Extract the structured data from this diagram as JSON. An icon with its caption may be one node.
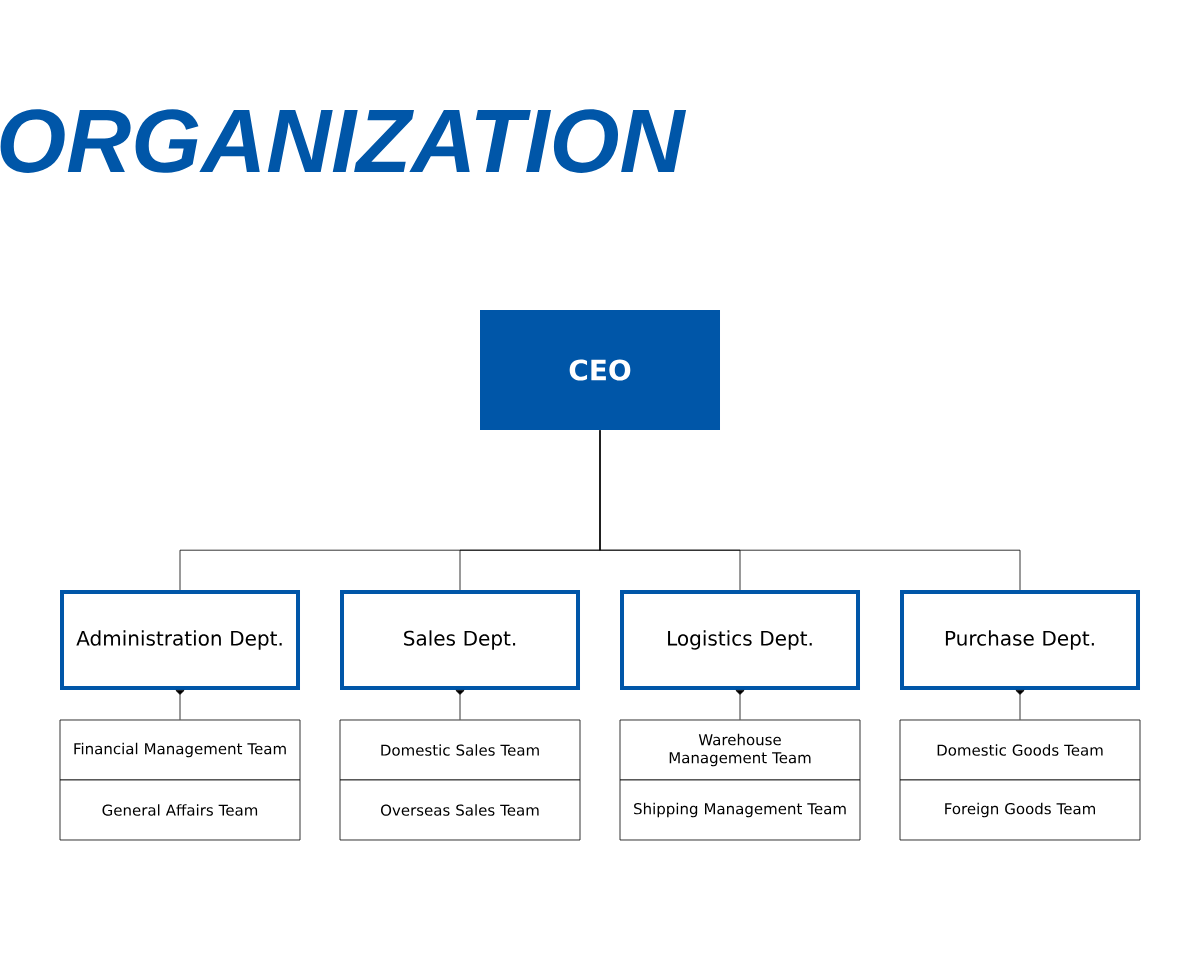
{
  "diagram": {
    "title": "ORGANIZATION",
    "nodes": [
      {
        "text": [
          "CEO"
        ]
      },
      {
        "text": [
          "Administration Dept."
        ]
      },
      {
        "text": [
          "Sales Dept."
        ]
      },
      {
        "text": [
          "Logistics Dept."
        ]
      },
      {
        "text": [
          "Purchase Dept."
        ]
      },
      {
        "text": [
          "Financial Management Team"
        ]
      },
      {
        "text": [
          "General Affairs Team"
        ]
      },
      {
        "text": [
          "Domestic Sales Team"
        ]
      },
      {
        "text": [
          "Overseas Sales Team"
        ]
      },
      {
        "text": [
          "Warehouse Management Team"
        ]
      },
      {
        "text": [
          "Shipping Management Team"
        ]
      },
      {
        "text": [
          "Domestic Goods Team"
        ]
      },
      {
        "text": [
          "Foreign Goods Team"
        ]
      }
    ],
    "edges": [
      {
        "from": 0,
        "to": 1,
        "arrow": "none"
      },
      {
        "from": 0,
        "to": 2,
        "arrow": "none"
      },
      {
        "from": 0,
        "to": 3,
        "arrow": "none"
      },
      {
        "from": 0,
        "to": 4,
        "arrow": "none"
      },
      {
        "from": 1,
        "to": 5,
        "arrow": "to"
      },
      {
        "from": 2,
        "to": 7,
        "arrow": "to"
      },
      {
        "from": 3,
        "to": 9,
        "arrow": "to"
      },
      {
        "from": 4,
        "to": 11,
        "arrow": "to"
      }
    ]
  }
}
